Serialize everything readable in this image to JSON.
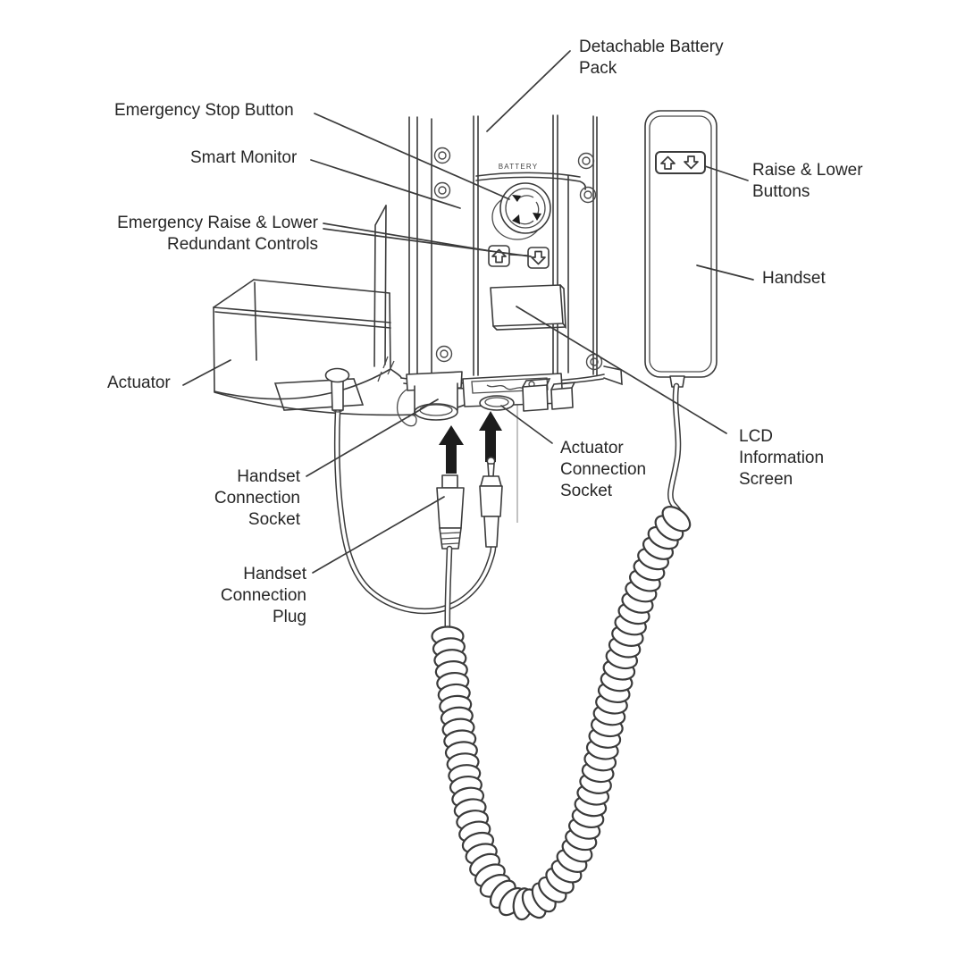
{
  "labels": {
    "detachable_battery_pack": "Detachable Battery\nPack",
    "emergency_stop_button": "Emergency Stop Button",
    "smart_monitor": "Smart Monitor",
    "emergency_raise_lower": "Emergency Raise & Lower\nRedundant Controls",
    "actuator": "Actuator",
    "handset_connection_socket": "Handset\nConnection\nSocket",
    "handset_connection_plug": "Handset\nConnection\nPlug",
    "actuator_connection_socket": "Actuator\nConnection\nSocket",
    "lcd_information_screen": "LCD\nInformation\nScreen",
    "raise_lower_buttons": "Raise & Lower\nButtons",
    "handset": "Handset"
  },
  "device_markings": {
    "battery": "BATTERY"
  },
  "colors": {
    "background": "#ffffff",
    "line": "#3b3b3b",
    "text": "#262626",
    "arrow_fill": "#1c1c1c"
  }
}
